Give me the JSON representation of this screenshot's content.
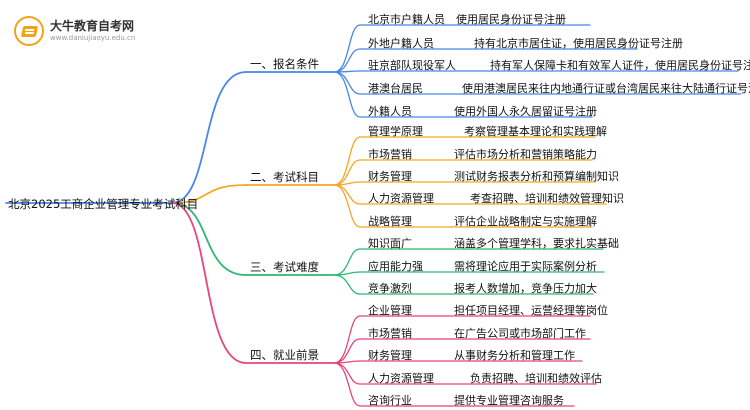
{
  "logo": {
    "title": "大牛教育自考网",
    "url": "www.daniujiaoyu.edu.cn"
  },
  "root": "北京2025工商企业管理专业考试科目",
  "categories": [
    {
      "label": "一、报名条件",
      "color": "#4a86e8",
      "items": [
        {
          "name": "北京市户籍人员",
          "desc": "使用居民身份证号注册"
        },
        {
          "name": "外地户籍人员",
          "desc": "持有北京市居住证，使用居民身份证号注册"
        },
        {
          "name": "驻京部队现役军人",
          "desc": "持有军人保障卡和有效军人证件，使用居民身份证号注册"
        },
        {
          "name": "港澳台居民",
          "desc": "使用港澳居民来往内地通行证或台湾居民来往大陆通行证号注册"
        },
        {
          "name": "外籍人员",
          "desc": "使用外国人永久居留证号注册"
        }
      ]
    },
    {
      "label": "二、考试科目",
      "color": "#f5a623",
      "items": [
        {
          "name": "管理学原理",
          "desc": "考察管理基本理论和实践理解"
        },
        {
          "name": "市场营销",
          "desc": "评估市场分析和营销策略能力"
        },
        {
          "name": "财务管理",
          "desc": "测试财务报表分析和预算编制知识"
        },
        {
          "name": "人力资源管理",
          "desc": "考查招聘、培训和绩效管理知识"
        },
        {
          "name": "战略管理",
          "desc": "评估企业战略制定与实施理解"
        }
      ]
    },
    {
      "label": "三、考试难度",
      "color": "#2eb872",
      "items": [
        {
          "name": "知识面广",
          "desc": "涵盖多个管理学科，要求扎实基础"
        },
        {
          "name": "应用能力强",
          "desc": "需将理论应用于实际案例分析"
        },
        {
          "name": "竞争激烈",
          "desc": "报考人数增加，竞争压力加大"
        }
      ]
    },
    {
      "label": "四、就业前景",
      "color": "#e8457a",
      "items": [
        {
          "name": "企业管理",
          "desc": "担任项目经理、运营经理等岗位"
        },
        {
          "name": "市场营销",
          "desc": "在广告公司或市场部门工作"
        },
        {
          "name": "财务管理",
          "desc": "从事财务分析和管理工作"
        },
        {
          "name": "人力资源管理",
          "desc": "负责招聘、培训和绩效评估"
        },
        {
          "name": "咨询行业",
          "desc": "提供专业管理咨询服务"
        }
      ]
    }
  ]
}
